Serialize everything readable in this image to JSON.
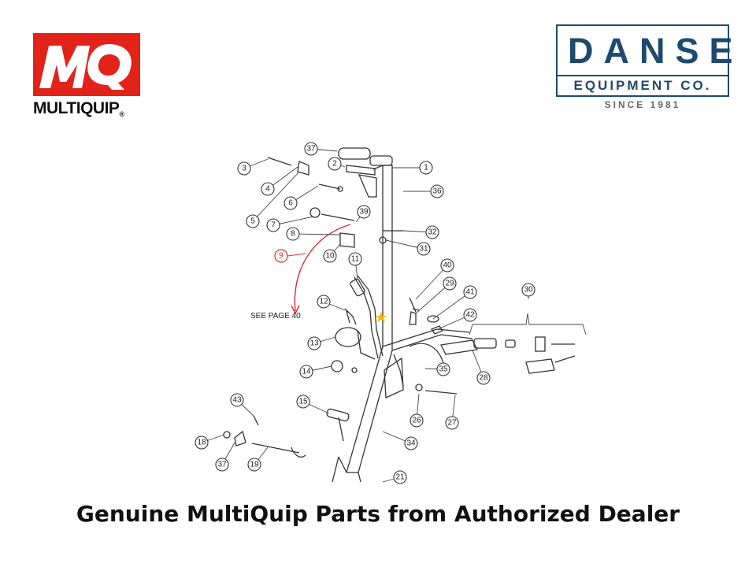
{
  "multiquip_logo": {
    "mark": "MQ",
    "wordmark": "MULTIQUIP",
    "registered": "®",
    "brand_color": "#e2231a"
  },
  "danse_logo": {
    "name": "DANSE",
    "line2": "EQUIPMENT CO.",
    "since": "SINCE 1981",
    "brand_color": "#1d4a6e"
  },
  "diagram": {
    "see_page_note": "SEE PAGE 40",
    "red_callout": "9",
    "callouts": [
      "37",
      "1",
      "2",
      "3",
      "4",
      "36",
      "5",
      "6",
      "7",
      "39",
      "8",
      "32",
      "31",
      "10",
      "11",
      "40",
      "29",
      "41",
      "30",
      "42",
      "12",
      "13",
      "14",
      "35",
      "28",
      "26",
      "27",
      "43",
      "15",
      "34",
      "18",
      "37",
      "19",
      "21"
    ]
  },
  "tagline": "Genuine MultiQuip Parts from Authorized Dealer"
}
